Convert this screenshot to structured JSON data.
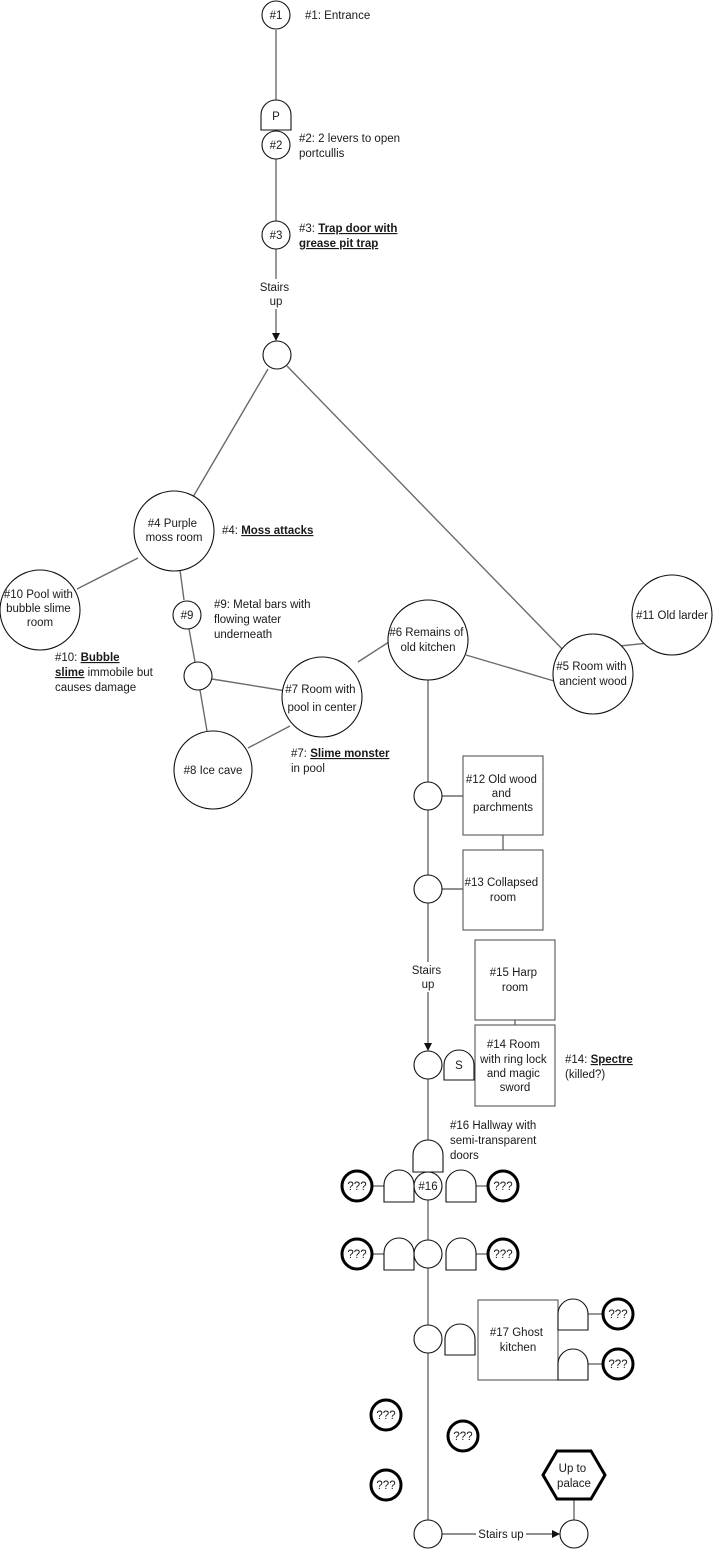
{
  "nodes": {
    "n1": {
      "label": [
        "#1"
      ]
    },
    "n2": {
      "label": [
        "#2"
      ]
    },
    "n3": {
      "label": [
        "#3"
      ]
    },
    "n4": {
      "label": [
        "#4 Purple",
        "moss room"
      ]
    },
    "n5": {
      "label": [
        "#5 Room with",
        "ancient wood"
      ]
    },
    "n6": {
      "label": [
        "#6 Remains of",
        "old kitchen"
      ]
    },
    "n7": {
      "label": [
        "#7 Room with",
        "pool in center"
      ]
    },
    "n8": {
      "label": [
        "#8 Ice cave"
      ]
    },
    "n9": {
      "label": [
        "#9"
      ]
    },
    "n10": {
      "label": [
        "#10 Pool with",
        "bubble slime",
        "room"
      ]
    },
    "n11": {
      "label": [
        "#11 Old larder"
      ]
    },
    "n12": {
      "label": [
        "#12 Old wood",
        "and",
        "parchments"
      ]
    },
    "n13": {
      "label": [
        "#13 Collapsed",
        "room"
      ]
    },
    "n14": {
      "label": [
        "#14 Room",
        "with ring lock",
        "and magic",
        "sword"
      ]
    },
    "n15": {
      "label": [
        "#15 Harp",
        "room"
      ]
    },
    "n16": {
      "label": [
        "#16"
      ]
    },
    "n17": {
      "label": [
        "#17 Ghost",
        "kitchen"
      ]
    },
    "palace": {
      "label": [
        "Up to",
        "palace"
      ]
    },
    "unknown": "???"
  },
  "doors": {
    "portcullis": "P",
    "secret": "S"
  },
  "edge_labels": {
    "stairs_up_1": [
      "Stairs",
      "up"
    ],
    "stairs_up_2": [
      "Stairs",
      "up"
    ],
    "stairs_up_3": "Stairs up"
  },
  "annotations": {
    "a1": {
      "lines": [
        [
          {
            "t": "#1: Entrance",
            "b": false
          }
        ]
      ]
    },
    "a2": {
      "lines": [
        [
          {
            "t": "#2: 2 levers to open",
            "b": false
          }
        ],
        [
          {
            "t": "portcullis",
            "b": false
          }
        ]
      ]
    },
    "a3": {
      "lines": [
        [
          {
            "t": "#3: ",
            "b": false
          },
          {
            "t": "Trap door with",
            "b": true
          }
        ],
        [
          {
            "t": "grease pit trap",
            "b": true
          }
        ]
      ]
    },
    "a4": {
      "lines": [
        [
          {
            "t": "#4: ",
            "b": false
          },
          {
            "t": "Moss attacks",
            "b": true
          }
        ]
      ]
    },
    "a9": {
      "lines": [
        [
          {
            "t": "#9: Metal bars with",
            "b": false
          }
        ],
        [
          {
            "t": "flowing water",
            "b": false
          }
        ],
        [
          {
            "t": "underneath",
            "b": false
          }
        ]
      ]
    },
    "a10": {
      "lines": [
        [
          {
            "t": "#10: ",
            "b": false
          },
          {
            "t": "Bubble",
            "b": true
          }
        ],
        [
          {
            "t": "slime",
            "b": true
          },
          {
            "t": " immobile but",
            "b": false
          }
        ],
        [
          {
            "t": "causes damage",
            "b": false
          }
        ]
      ]
    },
    "a7": {
      "lines": [
        [
          {
            "t": "#7: ",
            "b": false
          },
          {
            "t": "Slime monster",
            "b": true
          }
        ],
        [
          {
            "t": "in pool",
            "b": false
          }
        ]
      ]
    },
    "a14": {
      "lines": [
        [
          {
            "t": "#14: ",
            "b": false
          },
          {
            "t": "Spectre",
            "b": true
          }
        ],
        [
          {
            "t": "(killed?)",
            "b": false
          }
        ]
      ]
    },
    "a16": {
      "lines": [
        [
          {
            "t": "#16 Hallway with",
            "b": false
          }
        ],
        [
          {
            "t": "semi-transparent",
            "b": false
          }
        ],
        [
          {
            "t": "doors",
            "b": false
          }
        ]
      ]
    }
  }
}
